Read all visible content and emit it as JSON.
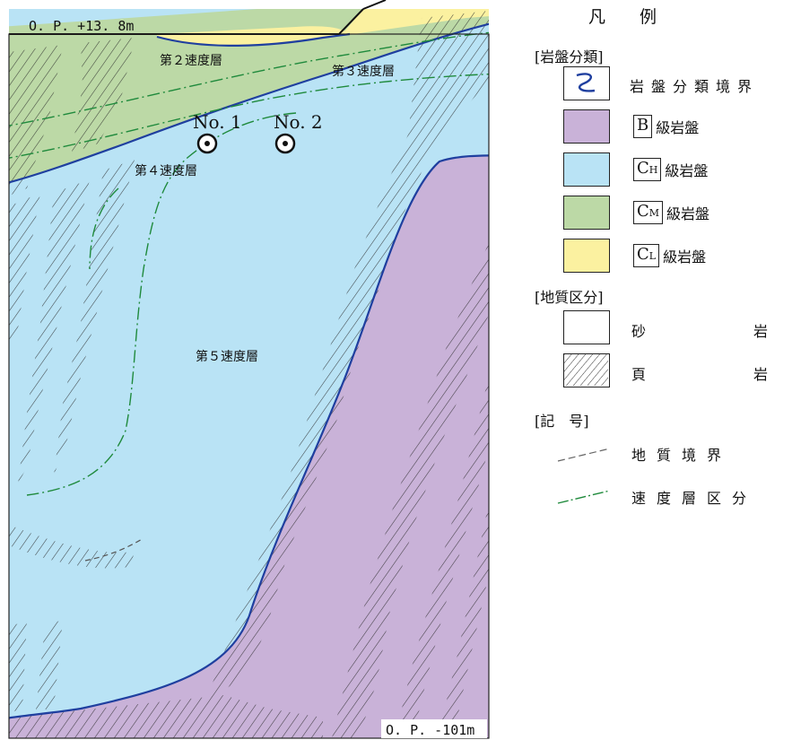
{
  "section": {
    "elev_top": "O. P. +13. 8m",
    "elev_bottom": "O. P. -101m",
    "layer_labels": [
      "第２速度層",
      "第３速度層",
      "第４速度層",
      "第５速度層"
    ],
    "boreholes": [
      "No. 1",
      "No. 2"
    ]
  },
  "legend": {
    "title": "凡　　例",
    "rock_class_header": "[岩盤分類]",
    "rock_boundary_label": "岩盤分類境界",
    "grades": [
      {
        "letter": "B",
        "sub": "",
        "suffix": "級岩盤",
        "color": "#c9b2d8"
      },
      {
        "letter": "C",
        "sub": "H",
        "suffix": "級岩盤",
        "color": "#b9e3f5"
      },
      {
        "letter": "C",
        "sub": "M",
        "suffix": "級岩盤",
        "color": "#bcd9a6"
      },
      {
        "letter": "C",
        "sub": "L",
        "suffix": "級岩盤",
        "color": "#fbf1a0"
      }
    ],
    "geology_header": "[地質区分]",
    "geology": [
      {
        "label_a": "砂",
        "label_b": "岩"
      },
      {
        "label_a": "頁",
        "label_b": "岩"
      }
    ],
    "symbol_header": "[記　号]",
    "symbols": [
      "地質境界",
      "速度層区分"
    ]
  },
  "colors": {
    "b_grade": "#c9b2d8",
    "ch_grade": "#b9e3f5",
    "cm_grade": "#bcd9a6",
    "cl_grade": "#fbf1a0",
    "boundary": "#1f3f9f",
    "velocity_line": "#1f8a3c"
  }
}
